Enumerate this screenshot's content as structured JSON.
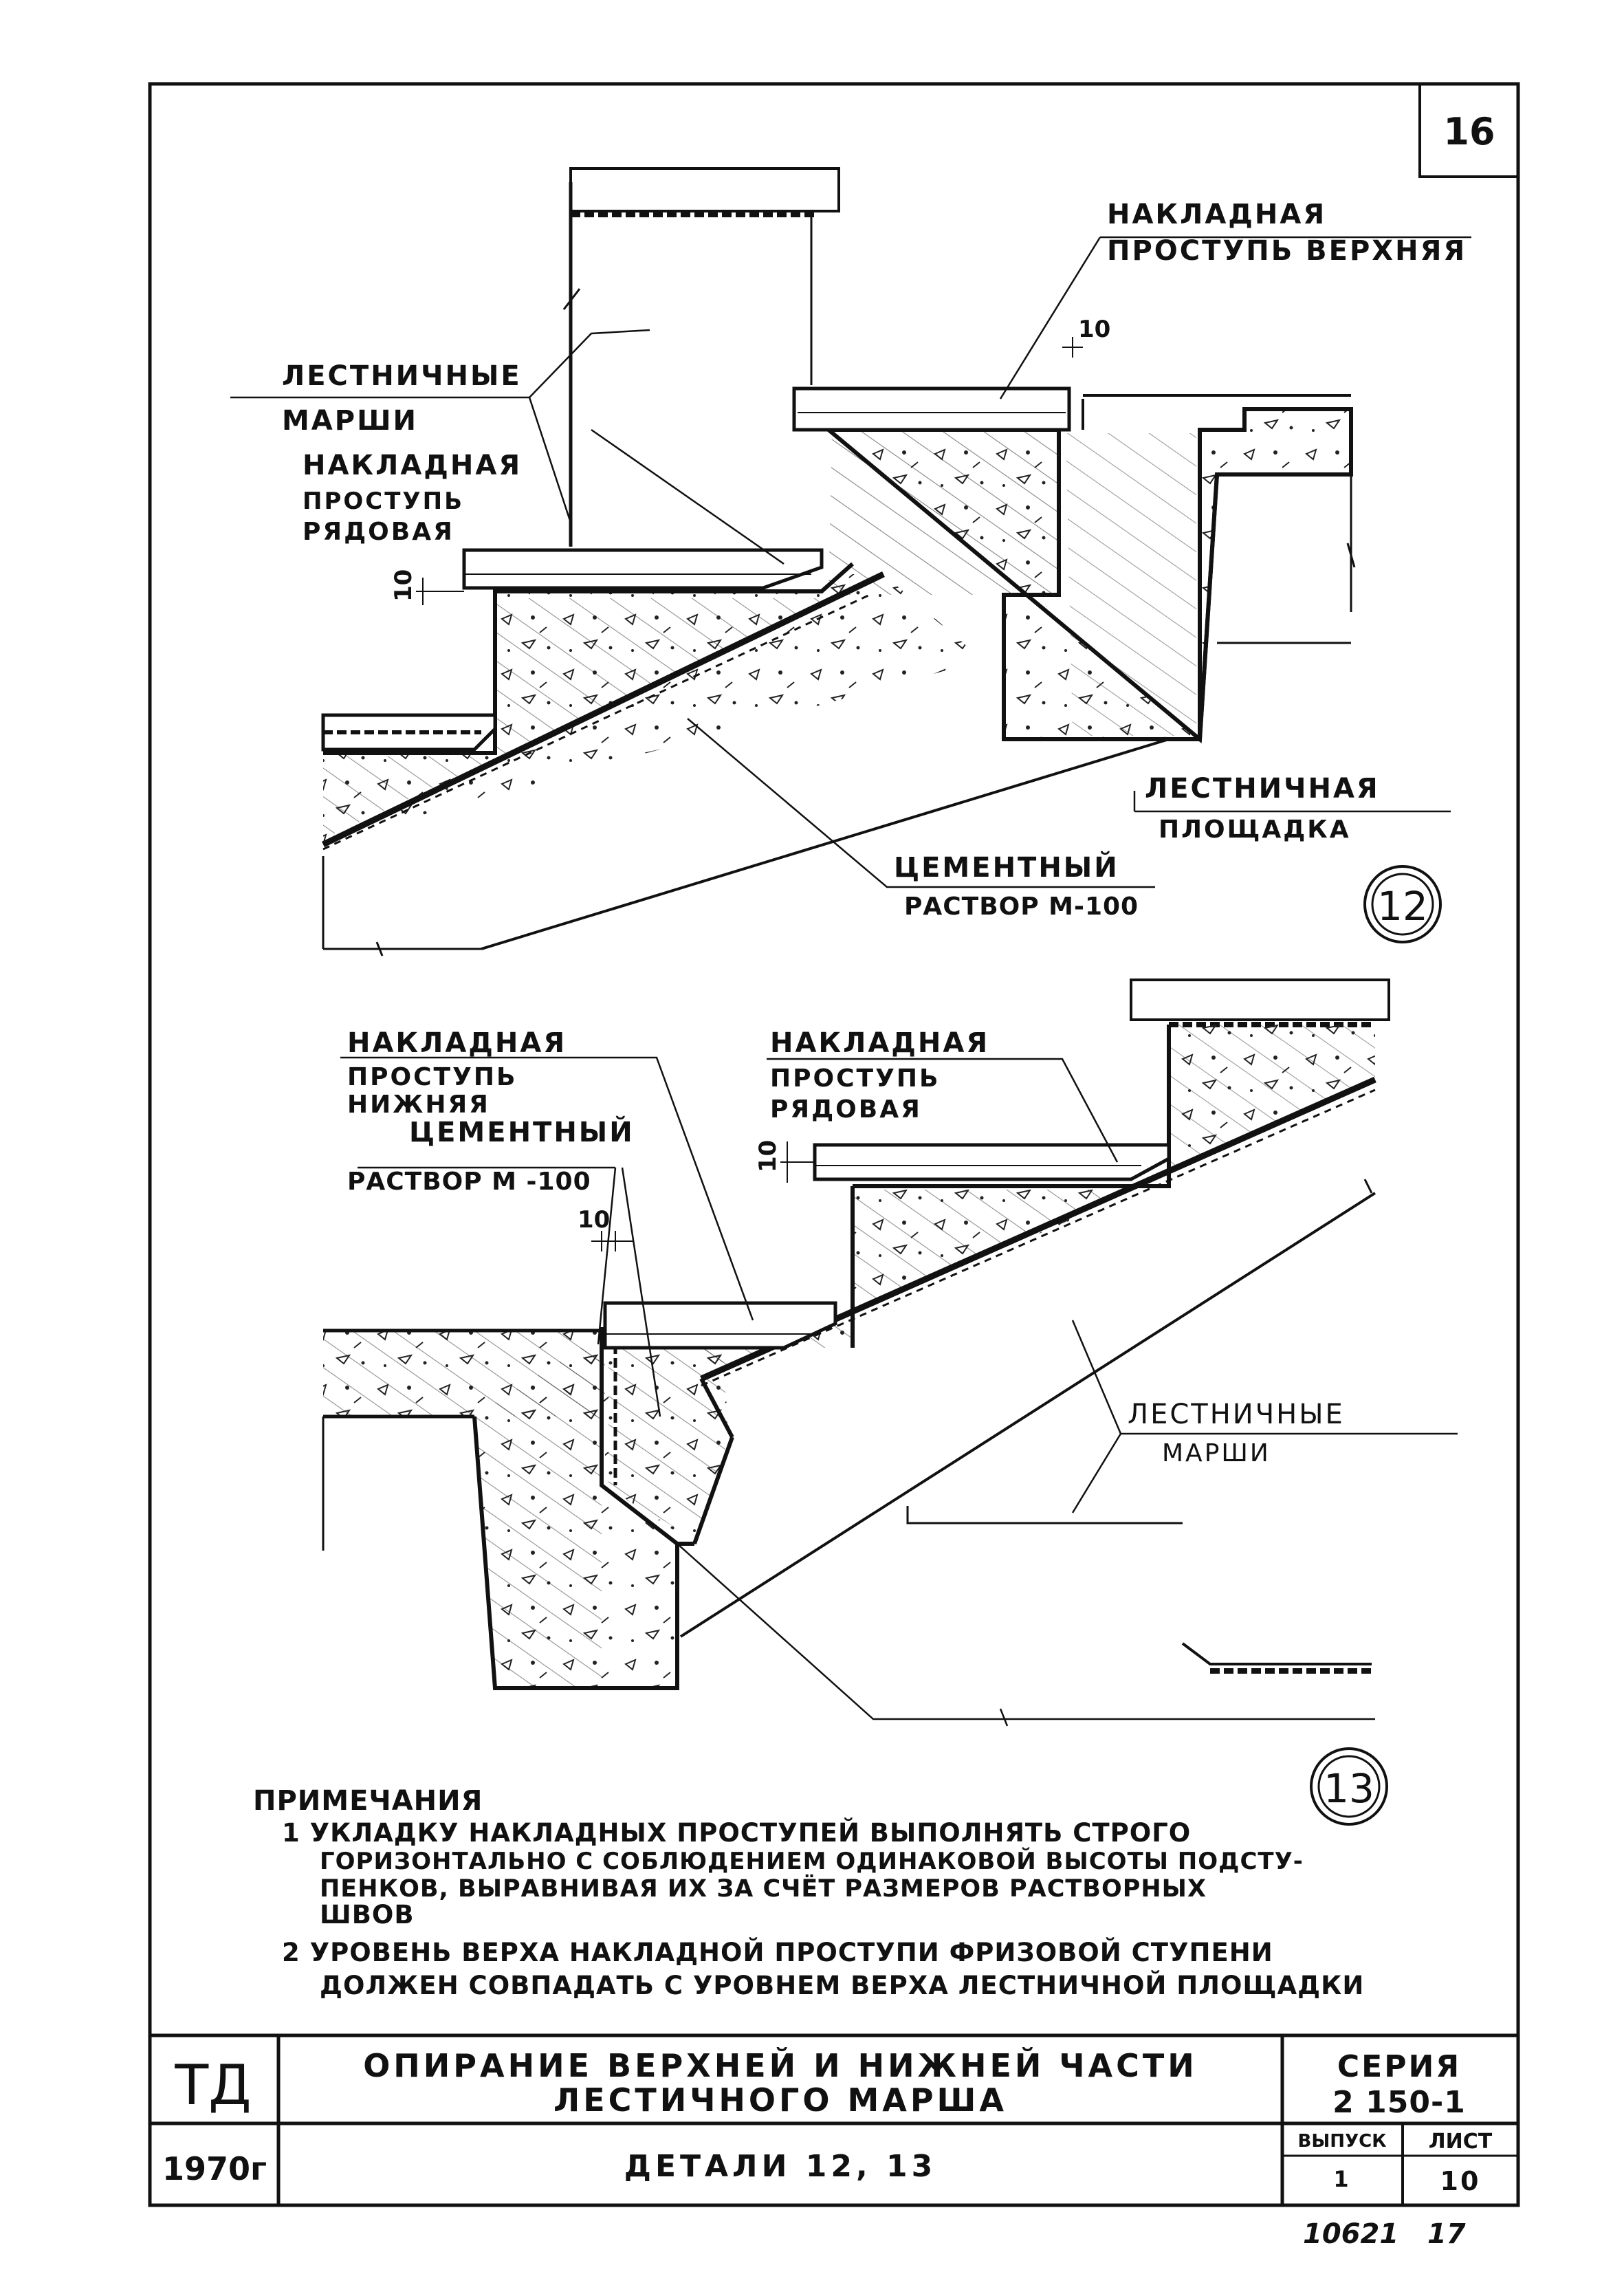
{
  "sheet_number": "16",
  "detail12": {
    "top_tread_label": [
      "НАКЛАДНАЯ",
      "ПРОСТУПЬ ВЕРХНЯЯ"
    ],
    "flights_label": [
      "ЛЕСТНИЧНЫЕ",
      "МАРШИ"
    ],
    "row_tread_label": [
      "НАКЛАДНАЯ",
      "ПРОСТУПЬ",
      "РЯДОВАЯ"
    ],
    "landing_label": [
      "ЛЕСТНИЧНАЯ",
      "ПЛОЩАДКА"
    ],
    "mortar_label": [
      "ЦЕМЕНТНЫЙ",
      "РАСТВОР М-100"
    ],
    "dim_top": "10",
    "dim_left": "10",
    "detail_number": "12"
  },
  "detail13": {
    "bottom_tread_label": [
      "НАКЛАДНАЯ",
      "ПРОСТУПЬ",
      "НИЖНЯЯ"
    ],
    "mortar_label": [
      "ЦЕМЕНТНЫЙ",
      "РАСТВОР М -100"
    ],
    "row_tread_label": [
      "НАКЛАДНАЯ",
      "ПРОСТУПЬ",
      "РЯДОВАЯ"
    ],
    "flights_label": [
      "ЛЕСТНИЧНЫЕ",
      "МАРШИ"
    ],
    "dim_riser": "10",
    "dim_gap": "10",
    "detail_number": "13"
  },
  "notes": {
    "heading": "ПРИМЕЧАНИЯ",
    "items": [
      [
        "1 УКЛАДКУ  НАКЛАДНЫХ  ПРОСТУПЕЙ  ВЫПОЛНЯТЬ  СТРОГО",
        "ГОРИЗОНТАЛЬНО С СОБЛЮДЕНИЕМ  ОДИНАКОВОЙ  ВЫСОТЫ  ПОДСТУ-",
        "ПЕНКОВ,  ВЫРАВНИВАЯ  ИХ  ЗА  СЧЁТ  РАЗМЕРОВ  РАСТВОРНЫХ",
        "ШВОВ"
      ],
      [
        "2 УРОВЕНЬ  ВЕРХА  НАКЛАДНОЙ  ПРОСТУПИ  ФРИЗОВОЙ  СТУПЕНИ",
        "ДОЛЖЕН  СОВПАДАТЬ  С  УРОВНЕМ  ВЕРХА  ЛЕСТНИЧНОЙ  ПЛОЩАДКИ"
      ]
    ]
  },
  "title_block": {
    "org": "ТД",
    "year": "1970г",
    "title_line1": "ОПИРАНИЕ  ВЕРХНЕЙ  И  НИЖНЕЙ  ЧАСТИ",
    "title_line2": "ЛЕСТИЧНОГО   МАРША",
    "subtitle": "ДЕТАЛИ  12, 13",
    "series_label": "СЕРИЯ",
    "series_value": "2 150-1",
    "issue_label": "ВЫПУСК",
    "issue_value": "1",
    "sheet_label": "ЛИСТ",
    "sheet_value": "10"
  },
  "archive_number": "10621   17"
}
